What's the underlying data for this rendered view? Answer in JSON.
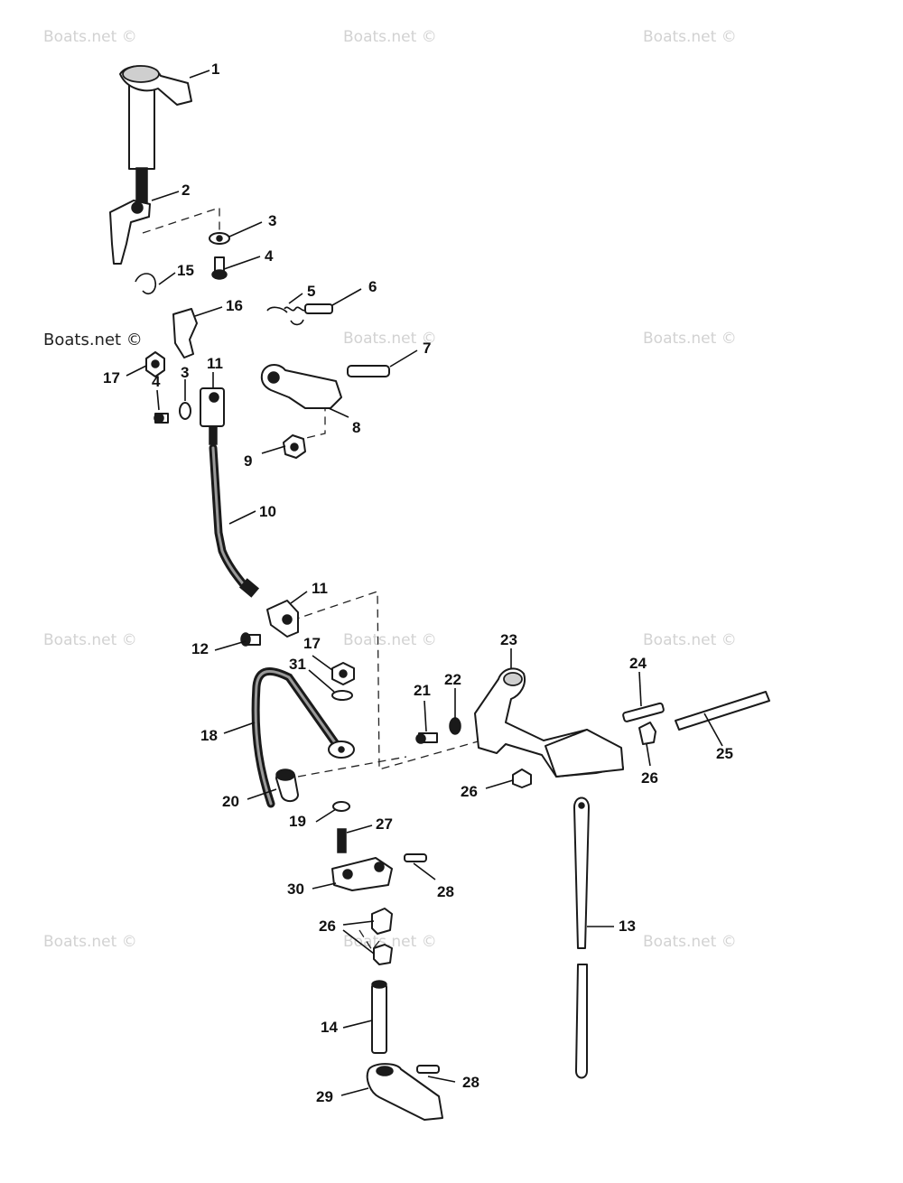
{
  "watermark": "Boats.net ©",
  "callouts": {
    "c1": "1",
    "c2": "2",
    "c3a": "3",
    "c4a": "4",
    "c5": "5",
    "c6": "6",
    "c7": "7",
    "c8": "8",
    "c9": "9",
    "c10": "10",
    "c11a": "11",
    "c11b": "11",
    "c12": "12",
    "c13": "13",
    "c14": "14",
    "c15": "15",
    "c16": "16",
    "c17a": "17",
    "c17b": "17",
    "c18": "18",
    "c19": "19",
    "c20": "20",
    "c21": "21",
    "c22": "22",
    "c23": "23",
    "c24": "24",
    "c25": "25",
    "c26a": "26",
    "c26b": "26",
    "c26c": "26",
    "c27": "27",
    "c28a": "28",
    "c28b": "28",
    "c29": "29",
    "c30": "30",
    "c31": "31",
    "c3b": "3",
    "c4b": "4"
  }
}
